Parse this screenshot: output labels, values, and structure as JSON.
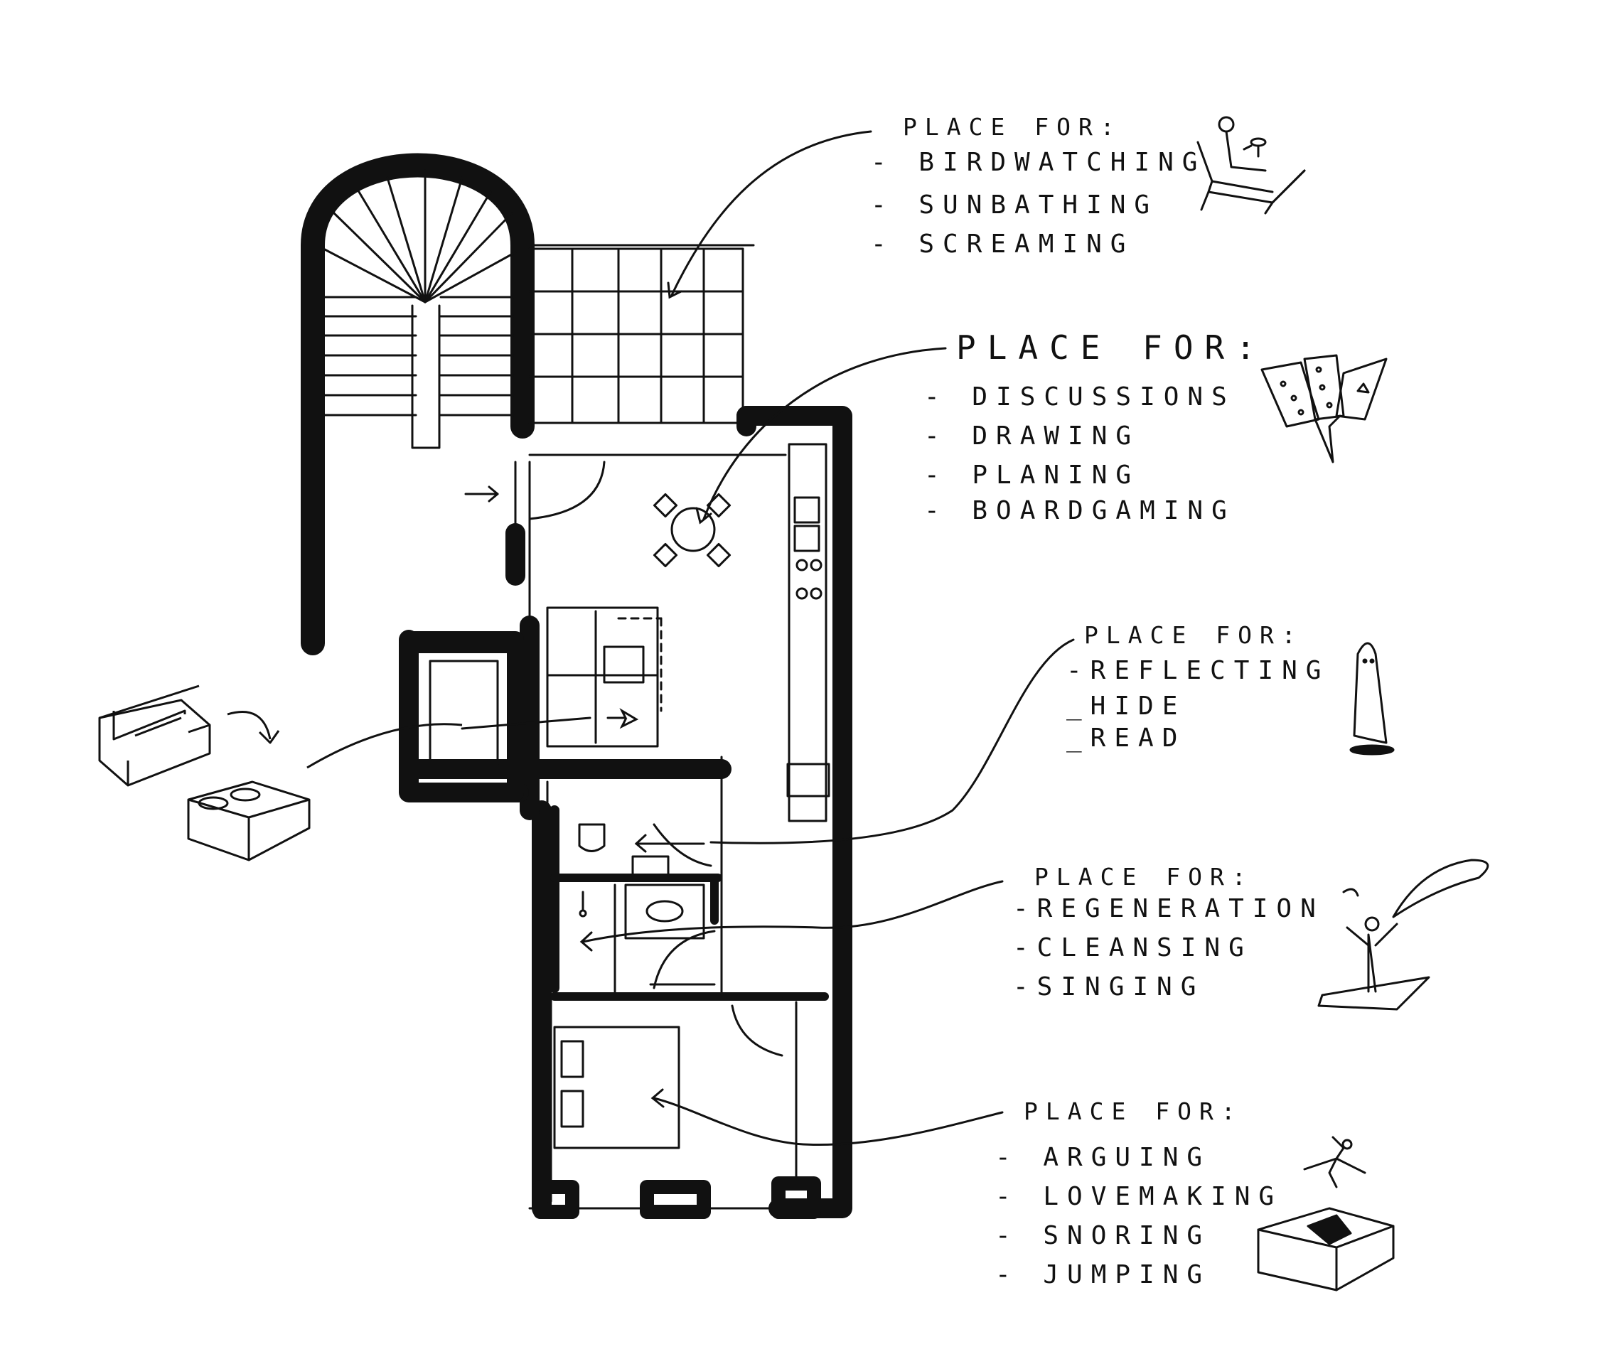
{
  "colors": {
    "ink": "#111111",
    "paper": "#ffffff"
  },
  "annotations": [
    {
      "title": "PLACE FOR:",
      "items": [
        "- BIRDWATCHING",
        "- SUNBATHING",
        "- SCREAMING"
      ],
      "icon": "sunbather-icon"
    },
    {
      "title": "PLACE FOR:",
      "items": [
        "- DISCUSSIONS",
        "- DRAWING",
        "- PLANING",
        "- BOARDGAMING"
      ],
      "icon": "playing-cards-icon"
    },
    {
      "title": "PLACE FOR:",
      "items": [
        "-REFLECTING",
        "_HIDE",
        "_READ"
      ],
      "icon": "ghost-icon"
    },
    {
      "title": "PLACE FOR:",
      "items": [
        "-REGENERATION",
        "-CLEANSING",
        "-SINGING"
      ],
      "icon": "singing-person-icon"
    },
    {
      "title": "PLACE FOR:",
      "items": [
        "- ARGUING",
        "- LOVEMAKING",
        "- SNORING",
        "- JUMPING"
      ],
      "icon": "jumping-on-bed-icon"
    }
  ]
}
